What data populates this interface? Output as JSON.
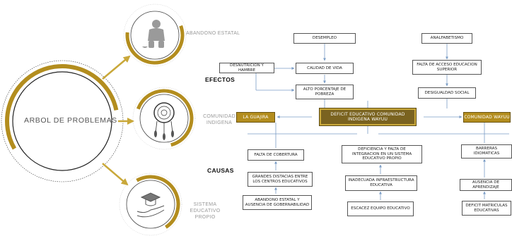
{
  "left_panel": {
    "main_title": "ARBOL DE PROBLEMAS",
    "circles": [
      {
        "label": "ABANDONO ESTATAL",
        "icon": "person-sitting-icon"
      },
      {
        "label": "COMUNIDAD\nINDIGENA",
        "icon": "dreamcatcher-icon"
      },
      {
        "label": "SISTEMA EDUCATIVO\nPROPIO",
        "icon": "graduation-cap-hand-icon"
      }
    ]
  },
  "section_labels": {
    "effects": "EFECTOS",
    "causes": "CAUSAS"
  },
  "central_problem": "DEFICIT EDUCATIVO COMUNIDAD INDIGENA WAYUU",
  "regions": {
    "left": "LA GUAJIRA",
    "right": "COMUNIDAD WAYUU"
  },
  "effects": {
    "desempleo": "DESEMPLEO",
    "analfabetismo": "ANALFABETISMO",
    "desnutricion": "DESNUTRICION Y HAMBRE",
    "calidad_vida": "CALIDAD DE VIDA",
    "falta_acceso": "FALTA DE ACCESO EDUCACION SUPERIOR",
    "pobreza": "ALTO PORCENTAJE DE POBREZA",
    "desigualdad": "DESIGUALDAD SOCIAL"
  },
  "causes": {
    "falta_cobertura": "FALTA DE COBERTURA",
    "distancias": "GRANDES DISTACIAS ENTRE LOS CENTROS EDUCATIVOS",
    "abandono": "ABANDONO ESTATAL Y AUSENCIA DE GOBERNABILIDAD",
    "deficiencia": "DEFICIENCIA Y FALTA DE INTEGRACION EN UN SISTEMA EDUCATIVO PROPIO",
    "infraestructura": "INADECUADA INFRAESTRUCTURA EDUCATIVA",
    "escacez": "ESCACEZ EQUIPO EDUCATIVO",
    "barreras": "BARRERAS IDIOMATICAS",
    "ausencia_aprendizaje": "AUSENCIA DE APRENDIZAJE",
    "deficit_matriculas": "DEFICIT MATRICULAS EDUCATIVAS"
  },
  "colors": {
    "gold": "#b38d1e",
    "dark_gold": "#7a6320",
    "line": "#7a9cc6"
  }
}
